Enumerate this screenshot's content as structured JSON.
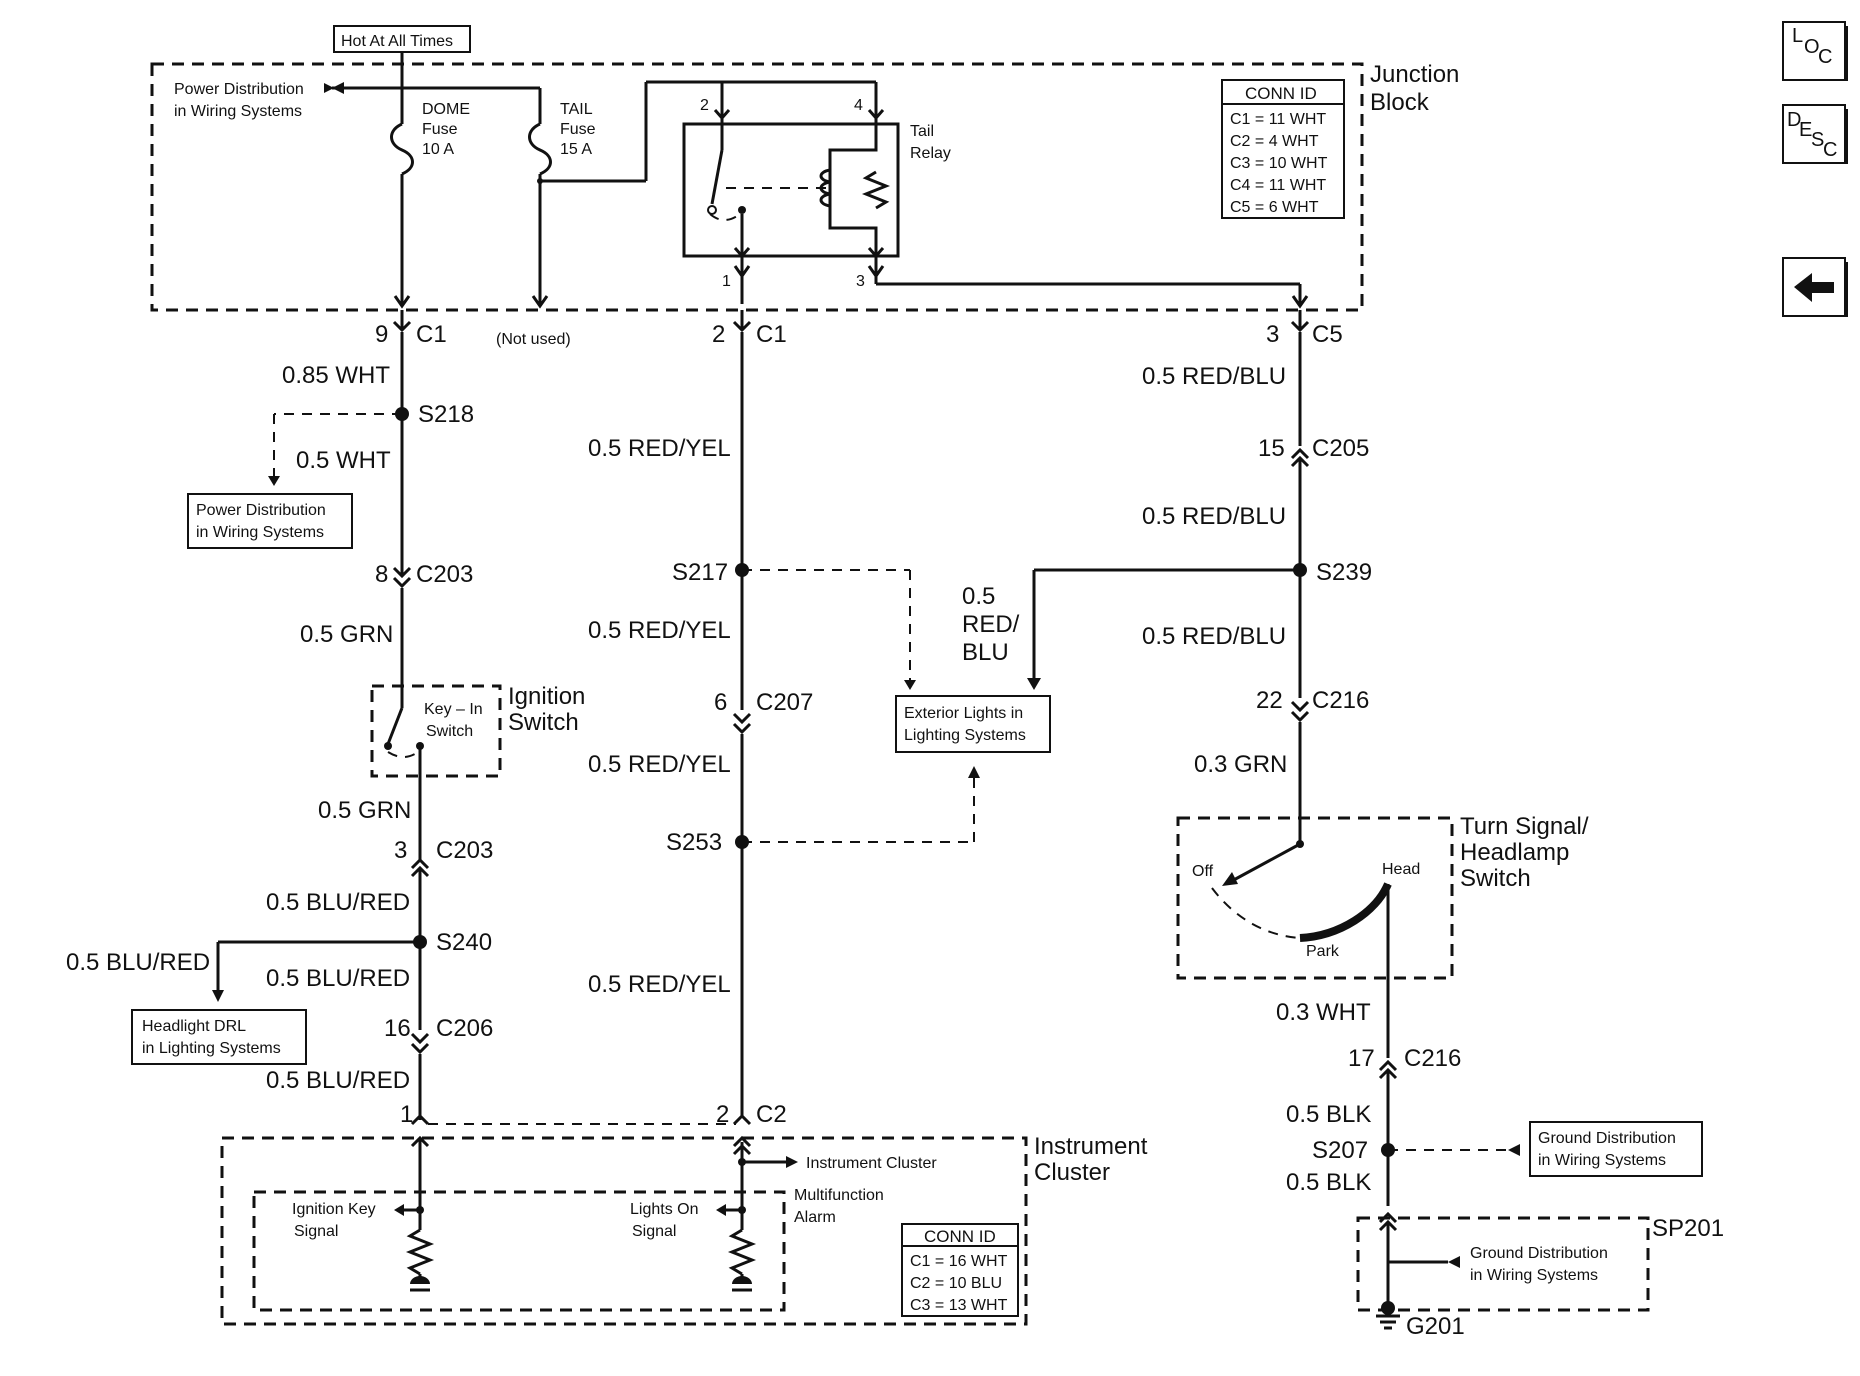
{
  "hot_at_all_times": "Hot At All Times",
  "power_dist_top": [
    "Power Distribution",
    "in Wiring Systems"
  ],
  "dome_fuse": [
    "DOME",
    "Fuse",
    "10 A"
  ],
  "tail_fuse": [
    "TAIL",
    "Fuse",
    "15 A"
  ],
  "tail_relay": [
    "Tail",
    "Relay"
  ],
  "junction_block": [
    "Junction",
    "Block"
  ],
  "relay_pins": {
    "p2": "2",
    "p4": "4",
    "p1": "1",
    "p3": "3"
  },
  "jb_conn_table": {
    "title": "CONN ID",
    "rows": [
      "C1 = 11 WHT",
      "C2 = 4 WHT",
      "C3 = 10 WHT",
      "C4 = 11 WHT",
      "C5 = 6 WHT"
    ]
  },
  "nav": {
    "loc": [
      "L",
      "O",
      "C"
    ],
    "desc": [
      "D",
      "E",
      "S",
      "C"
    ],
    "back_icon": "left-arrow-icon"
  },
  "left_branch": {
    "c1_pin": "9",
    "c1": "C1",
    "wire1": "0.85 WHT",
    "s218": "S218",
    "wire_s218": "0.5 WHT",
    "power_dist_box": [
      "Power Distribution",
      "in Wiring Systems"
    ],
    "c203_pin": "8",
    "c203": "C203",
    "wire2": "0.5 GRN",
    "ignition_switch": [
      "Ignition",
      "Switch"
    ],
    "key_in_switch": [
      "Key – In",
      "Switch"
    ],
    "wire3": "0.5 GRN",
    "c203b_pin": "3",
    "c203b": "C203",
    "wire4": "0.5 BLU/RED",
    "s240": "S240",
    "wire_s240": "0.5 BLU/RED",
    "headlight_box": [
      "Headlight DRL",
      "in Lighting Systems"
    ],
    "wire5": "0.5 BLU/RED",
    "c206_pin": "16",
    "c206": "C206",
    "wire6": "0.5 BLU/RED",
    "c2_pin1": "1"
  },
  "not_used": "(Not used)",
  "middle_branch": {
    "c1_pin": "2",
    "c1": "C1",
    "wire1": "0.5 RED/YEL",
    "s217": "S217",
    "wire2": "0.5 RED/YEL",
    "c207_pin": "6",
    "c207": "C207",
    "wire3": "0.5 RED/YEL",
    "s253": "S253",
    "wire4": "0.5 RED/YEL",
    "c2_pin": "2",
    "c2": "C2"
  },
  "exterior_box": [
    "Exterior Lights in",
    "Lighting Systems"
  ],
  "exterior_wire": [
    "0.5",
    "RED/",
    "BLU"
  ],
  "right_branch": {
    "c5_pin": "3",
    "c5": "C5",
    "wire1": "0.5 RED/BLU",
    "c205_pin": "15",
    "c205": "C205",
    "wire2": "0.5 RED/BLU",
    "s239": "S239",
    "wire3": "0.5 RED/BLU",
    "c216_pin": "22",
    "c216": "C216",
    "wire4": "0.3 GRN",
    "switch_label": [
      "Turn Signal/",
      "Headlamp",
      "Switch"
    ],
    "pos_off": "Off",
    "pos_head": "Head",
    "pos_park": "Park",
    "wire5": "0.3 WHT",
    "c216b_pin": "17",
    "c216b": "C216",
    "wire6": "0.5 BLK",
    "s207": "S207",
    "wire7": "0.5 BLK",
    "ground_box": [
      "Ground Distribution",
      "in Wiring Systems"
    ],
    "sp201": "SP201",
    "ground_inner": [
      "Ground Distribution",
      "in Wiring Systems"
    ],
    "g201": "G201"
  },
  "instrument_cluster": {
    "label": [
      "Instrument",
      "Cluster"
    ],
    "instrument_cluster_arrow": "Instrument Cluster",
    "multifunction": [
      "Multifunction",
      "Alarm"
    ],
    "ignition_key_signal": [
      "Ignition Key",
      "Signal"
    ],
    "lights_on_signal": [
      "Lights On",
      "Signal"
    ],
    "conn_table": {
      "title": "CONN ID",
      "rows": [
        "C1 = 16 WHT",
        "C2 = 10 BLU",
        "C3 = 13 WHT"
      ]
    }
  }
}
